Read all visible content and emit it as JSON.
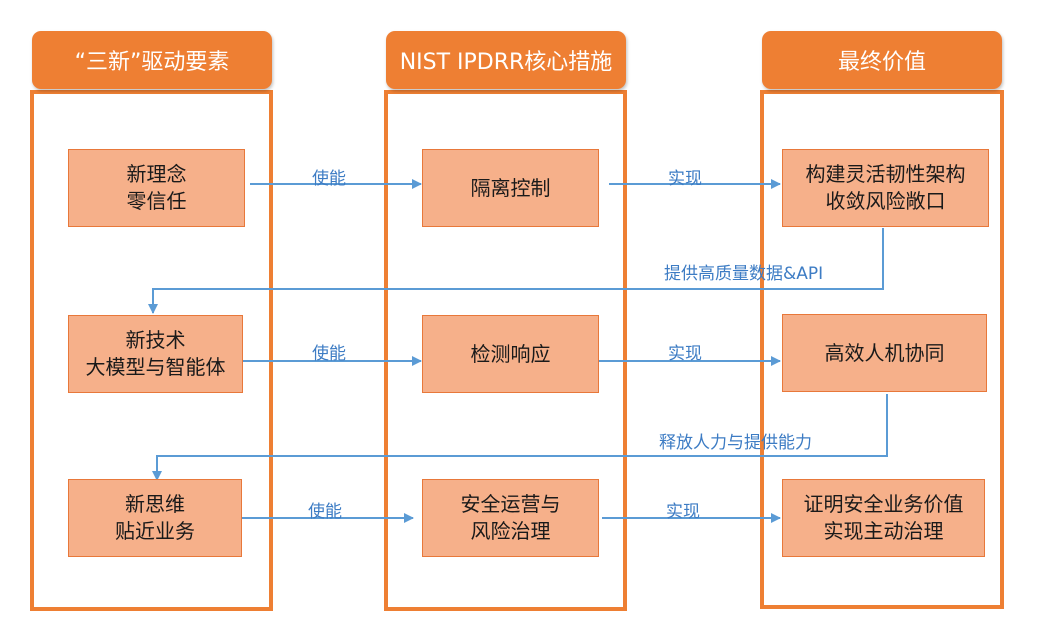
{
  "columns": {
    "left": {
      "title": "“三新”驱动要素"
    },
    "middle": {
      "title": "NIST IPDRR核心措施"
    },
    "right": {
      "title": "最终价值"
    }
  },
  "rows": [
    {
      "driver": {
        "line1": "新理念",
        "line2": "零信任"
      },
      "measure": {
        "line1": "隔离控制",
        "line2": ""
      },
      "value": {
        "line1": "构建灵活韧性架构",
        "line2": "收敛风险敞口"
      },
      "enable_label": "使能",
      "realize_label": "实现",
      "feedback_label": "提供高质量数据&API"
    },
    {
      "driver": {
        "line1": "新技术",
        "line2": "大模型与智能体"
      },
      "measure": {
        "line1": "检测响应",
        "line2": ""
      },
      "value": {
        "line1": "高效人机协同",
        "line2": ""
      },
      "enable_label": "使能",
      "realize_label": "实现",
      "feedback_label": "释放人力与提供能力"
    },
    {
      "driver": {
        "line1": "新思维",
        "line2": "贴近业务"
      },
      "measure": {
        "line1": "安全运营与",
        "line2": "风险治理"
      },
      "value": {
        "line1": "证明安全业务价值",
        "line2": "实现主动治理"
      },
      "enable_label": "使能",
      "realize_label": "实现"
    }
  ],
  "colors": {
    "accent": "#ee7f33",
    "box_fill": "#f6b08a",
    "arrow": "#5b9bd5",
    "label": "#3d7cc4"
  }
}
